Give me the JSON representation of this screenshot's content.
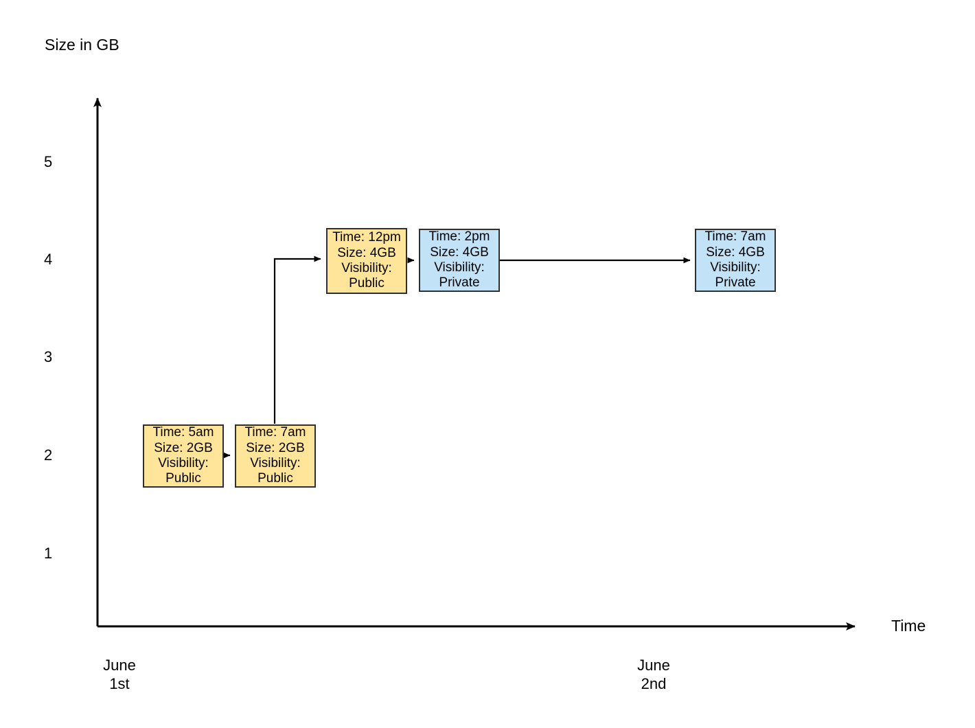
{
  "chart_data": {
    "type": "diagram",
    "title": "",
    "ylabel": "Size in GB",
    "xlabel": "Time",
    "y_ticks": [
      {
        "label": "5",
        "value": 5
      },
      {
        "label": "4",
        "value": 4
      },
      {
        "label": "3",
        "value": 3
      },
      {
        "label": "2",
        "value": 2
      },
      {
        "label": "1",
        "value": 1
      }
    ],
    "x_ticks": [
      {
        "label": "June\n1st"
      },
      {
        "label": "June\n2nd"
      }
    ],
    "ylim": [
      0,
      5.8
    ],
    "grid": false,
    "legend": "none",
    "nodes": [
      {
        "id": "n1",
        "time": "Time: 5am",
        "size": "Size: 2GB",
        "visibility_label": "Visibility:",
        "visibility_value": "Public",
        "size_gb": 2,
        "day": "June 1st",
        "state": "public"
      },
      {
        "id": "n2",
        "time": "Time: 7am",
        "size": "Size: 2GB",
        "visibility_label": "Visibility:",
        "visibility_value": "Public",
        "size_gb": 2,
        "day": "June 1st",
        "state": "public"
      },
      {
        "id": "n3",
        "time": "Time: 12pm",
        "size": "Size: 4GB",
        "visibility_label": "Visibility:",
        "visibility_value": "Public",
        "size_gb": 4,
        "day": "June 1st",
        "state": "public"
      },
      {
        "id": "n4",
        "time": "Time: 2pm",
        "size": "Size: 4GB",
        "visibility_label": "Visibility:",
        "visibility_value": "Private",
        "size_gb": 4,
        "day": "June 1st",
        "state": "private"
      },
      {
        "id": "n5",
        "time": "Time: 7am",
        "size": "Size: 4GB",
        "visibility_label": "Visibility:",
        "visibility_value": "Private",
        "size_gb": 4,
        "day": "June 2nd",
        "state": "private"
      }
    ],
    "edges": [
      {
        "from": "n1",
        "to": "n2",
        "style": "straight"
      },
      {
        "from": "n2",
        "to": "n3",
        "style": "elbow-up"
      },
      {
        "from": "n3",
        "to": "n4",
        "style": "straight"
      },
      {
        "from": "n4",
        "to": "n5",
        "style": "straight"
      }
    ]
  },
  "colors": {
    "public_fill": "#ffe599",
    "private_fill": "#c2e3f7",
    "node_stroke": "#2f2f2f",
    "axis": "#000000"
  },
  "axis": {
    "y_title": "Size in GB",
    "x_title": "Time"
  },
  "y_tick_labels": [
    "5",
    "4",
    "3",
    "2",
    "1"
  ],
  "x_tick_labels": [
    "June\n1st",
    "June\n2nd"
  ],
  "nodes": {
    "n1": {
      "time": "Time: 5am",
      "size": "Size: 2GB",
      "visibility_label": "Visibility:",
      "visibility_value": "Public"
    },
    "n2": {
      "time": "Time: 7am",
      "size": "Size: 2GB",
      "visibility_label": "Visibility:",
      "visibility_value": "Public"
    },
    "n3": {
      "time": "Time: 12pm",
      "size": "Size: 4GB",
      "visibility_label": "Visibility:",
      "visibility_value": "Public"
    },
    "n4": {
      "time": "Time: 2pm",
      "size": "Size: 4GB",
      "visibility_label": "Visibility:",
      "visibility_value": "Private"
    },
    "n5": {
      "time": "Time: 7am",
      "size": "Size: 4GB",
      "visibility_label": "Visibility:",
      "visibility_value": "Private"
    }
  }
}
